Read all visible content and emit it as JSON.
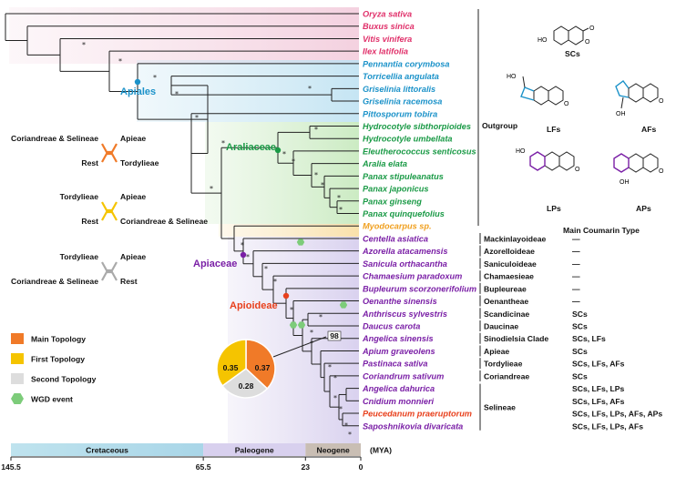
{
  "species": [
    {
      "name": "Oryza sativa",
      "color": "#e0306a"
    },
    {
      "name": "Buxus sinica",
      "color": "#e0306a"
    },
    {
      "name": "Vitis vinifera",
      "color": "#e0306a"
    },
    {
      "name": "Ilex latifolia",
      "color": "#e0306a"
    },
    {
      "name": "Pennantia corymbosa",
      "color": "#1b92c9"
    },
    {
      "name": "Torricellia angulata",
      "color": "#1b92c9"
    },
    {
      "name": "Griselinia littoralis",
      "color": "#1b92c9"
    },
    {
      "name": "Griselinia racemosa",
      "color": "#1b92c9"
    },
    {
      "name": "Pittosporum tobira",
      "color": "#1b92c9"
    },
    {
      "name": "Hydrocotyle sibthorpioides",
      "color": "#1a9a46"
    },
    {
      "name": "Hydrocotyle umbellata",
      "color": "#1a9a46"
    },
    {
      "name": "Eleutherococcus senticosus",
      "color": "#1a9a46"
    },
    {
      "name": "Aralia elata",
      "color": "#1a9a46"
    },
    {
      "name": "Panax stipuleanatus",
      "color": "#1a9a46"
    },
    {
      "name": "Panax japonicus",
      "color": "#1a9a46"
    },
    {
      "name": "Panax ginseng",
      "color": "#1a9a46"
    },
    {
      "name": "Panax quinquefolius",
      "color": "#1a9a46"
    },
    {
      "name": "Myodocarpus sp.",
      "color": "#f0a020"
    },
    {
      "name": "Centella asiatica",
      "color": "#7a1fa6"
    },
    {
      "name": "Azorella atacamensis",
      "color": "#7a1fa6"
    },
    {
      "name": "Sanicula orthacantha",
      "color": "#7a1fa6"
    },
    {
      "name": "Chamaesium paradoxum",
      "color": "#7a1fa6"
    },
    {
      "name": "Bupleurum scorzonerifolium",
      "color": "#7a1fa6"
    },
    {
      "name": "Oenanthe sinensis",
      "color": "#7a1fa6"
    },
    {
      "name": "Anthriscus sylvestris",
      "color": "#7a1fa6"
    },
    {
      "name": "Daucus carota",
      "color": "#7a1fa6"
    },
    {
      "name": "Angelica sinensis",
      "color": "#7a1fa6"
    },
    {
      "name": "Apium graveolens",
      "color": "#7a1fa6"
    },
    {
      "name": "Pastinaca sativa",
      "color": "#7a1fa6"
    },
    {
      "name": "Coriandrum sativum",
      "color": "#7a1fa6"
    },
    {
      "name": "Angelica dahurica",
      "color": "#7a1fa6"
    },
    {
      "name": "Cnidium monnieri",
      "color": "#7a1fa6"
    },
    {
      "name": "Peucedanum praeruptorum",
      "color": "#e8401c"
    },
    {
      "name": "Saposhnikovia divaricata",
      "color": "#7a1fa6"
    }
  ],
  "clades": {
    "apiales": {
      "text": "Apiales",
      "color": "#1b92c9"
    },
    "araliaceae": {
      "text": "Araliaceae",
      "color": "#1a9a46"
    },
    "apiaceae": {
      "text": "Apiaceae",
      "color": "#7a1fa6"
    },
    "apioideae": {
      "text": "Apioideae",
      "color": "#e8401c"
    }
  },
  "outgroup_label": "Outgroup",
  "main_coumarin_header": "Main Coumarin Type",
  "subfamilies": [
    {
      "name": "Mackinlayoideae",
      "coumarin": "—"
    },
    {
      "name": "Azorelloideae",
      "coumarin": "—"
    },
    {
      "name": "Saniculoideae",
      "coumarin": "—"
    },
    {
      "name": "Chamaesieae",
      "coumarin": "—"
    },
    {
      "name": "Bupleureae",
      "coumarin": "—"
    },
    {
      "name": "Oenantheae",
      "coumarin": "—"
    },
    {
      "name": "Scandicinae",
      "coumarin": "SCs"
    },
    {
      "name": "Daucinae",
      "coumarin": "SCs"
    },
    {
      "name": "Sinodielsia Clade",
      "coumarin": "SCs, LFs"
    },
    {
      "name": "Apieae",
      "coumarin": "SCs"
    },
    {
      "name": "Tordylieae",
      "coumarin": "SCs, LFs, AFs"
    },
    {
      "name": "Coriandreae",
      "coumarin": "SCs"
    }
  ],
  "selineae": {
    "name": "Selineae",
    "coumarin": [
      "SCs, LFs, LPs",
      "SCs, LFs, AFs",
      "SCs, LFs, LPs, AFs, APs",
      "SCs, LFs, LPs, AFs"
    ]
  },
  "molecules": [
    "SCs",
    "LFs",
    "AFs",
    "LPs",
    "APs"
  ],
  "topologies": [
    {
      "left_top": "Coriandreae & Selineae",
      "left_bottom": "Rest",
      "right_top": "Apieae",
      "right_bottom": "Tordylieae",
      "color": "#f07a28"
    },
    {
      "left_top": "Tordylieae",
      "left_bottom": "Rest",
      "right_top": "Apieae",
      "right_bottom": "Coriandreae & Selineae",
      "color": "#f5c400"
    },
    {
      "left_top": "Tordylieae",
      "left_bottom": "Coriandreae & Selineae",
      "right_top": "Apieae",
      "right_bottom": "Rest",
      "color": "#aaaaaa"
    }
  ],
  "legend": [
    {
      "label": "Main Topology",
      "color": "#f07a28"
    },
    {
      "label": "First Topology",
      "color": "#f5c400"
    },
    {
      "label": "Second Topology",
      "color": "#dddddd"
    },
    {
      "label": "WGD event",
      "color": "#7dcc7a"
    }
  ],
  "pie": {
    "slices": [
      {
        "value": 0.37,
        "label": "0.37",
        "color": "#f07a28"
      },
      {
        "value": 0.28,
        "label": "0.28",
        "color": "#dddddd"
      },
      {
        "value": 0.35,
        "label": "0.35",
        "color": "#f5c400"
      }
    ],
    "support": "98"
  },
  "timescale": {
    "periods": [
      "Cretaceous",
      "Paleogene",
      "Neogene"
    ],
    "ticks": [
      "145.5",
      "65.5",
      "23",
      "0"
    ],
    "unit": "(MYA)"
  }
}
